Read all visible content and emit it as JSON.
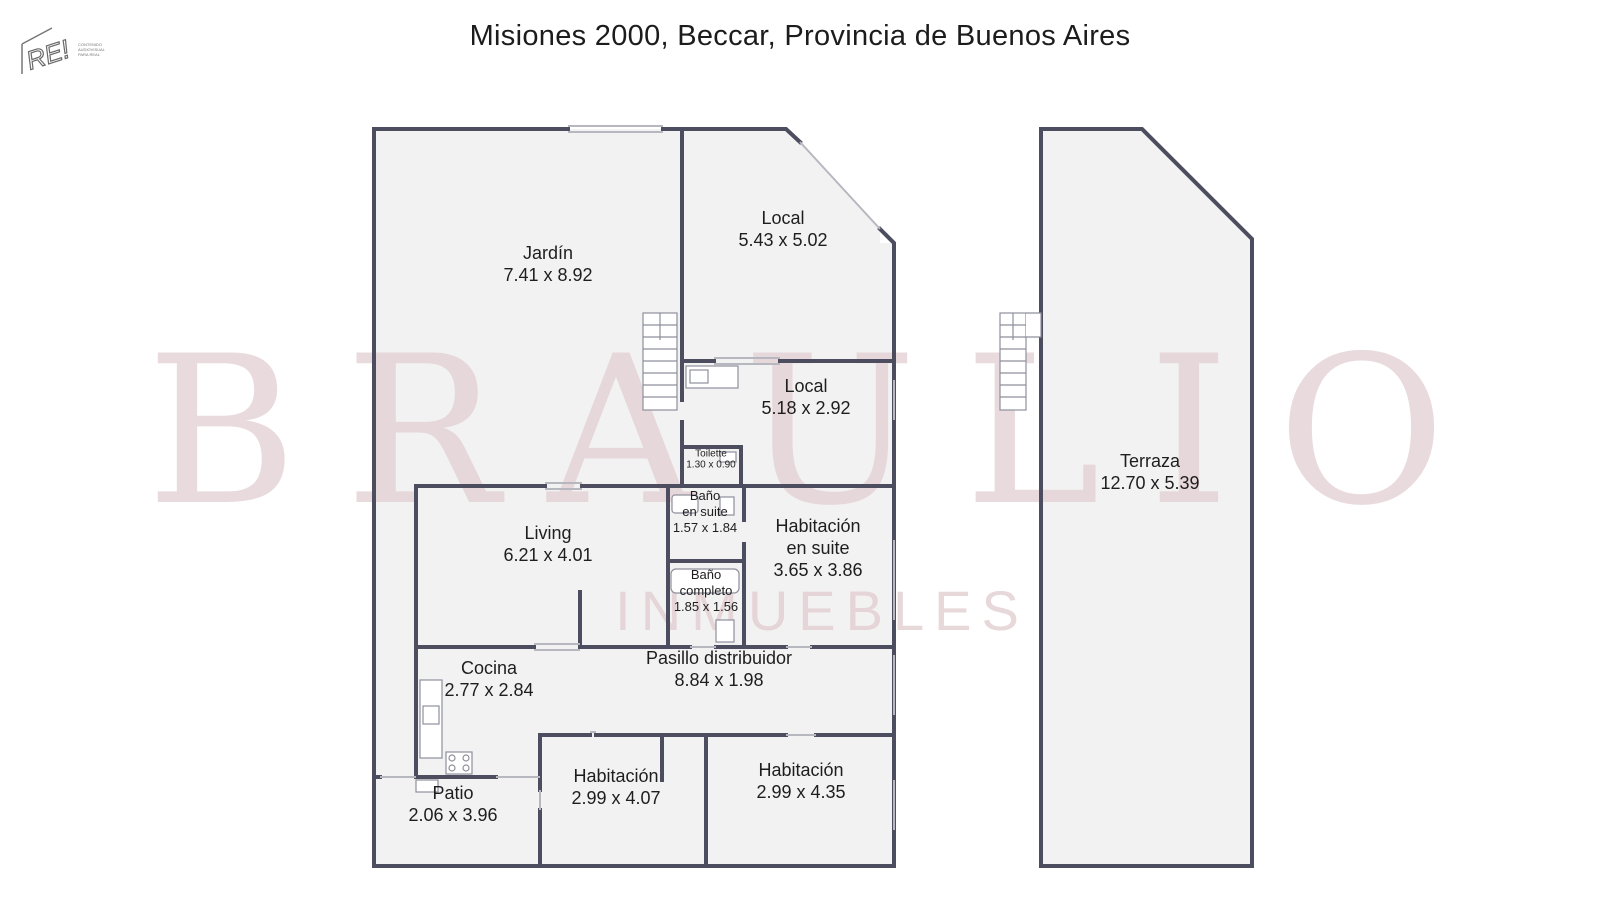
{
  "title": "Misiones 2000, Beccar, Provincia de Buenos Aires",
  "logo": {
    "mark": "RE!",
    "lines": [
      "CONTENIDO",
      "AUDIOVISUAL",
      "PARA REAL"
    ],
    "icon": "re-logo-icon"
  },
  "watermark": {
    "main": "BRAULIO",
    "sub": "INMUEBLES"
  },
  "rooms": [
    {
      "id": "jardin",
      "name": [
        "Jardín"
      ],
      "dims": "7.41 x 8.92"
    },
    {
      "id": "local-1",
      "name": [
        "Local"
      ],
      "dims": "5.43 x 5.02"
    },
    {
      "id": "local-2",
      "name": [
        "Local"
      ],
      "dims": "5.18 x 2.92"
    },
    {
      "id": "toilette",
      "name": [
        "Toilette"
      ],
      "dims": "1.30 x 0.90"
    },
    {
      "id": "living",
      "name": [
        "Living"
      ],
      "dims": "6.21 x 4.01"
    },
    {
      "id": "bano-suite",
      "name": [
        "Baño",
        "en suite"
      ],
      "dims": "1.57 x 1.84"
    },
    {
      "id": "bano-completo",
      "name": [
        "Baño",
        "completo"
      ],
      "dims": "1.85 x 1.56"
    },
    {
      "id": "habitacion-suite",
      "name": [
        "Habitación",
        "en suite"
      ],
      "dims": "3.65 x 3.86"
    },
    {
      "id": "cocina",
      "name": [
        "Cocina"
      ],
      "dims": "2.77 x 2.84"
    },
    {
      "id": "pasillo",
      "name": [
        "Pasillo distribuidor"
      ],
      "dims": "8.84 x 1.98"
    },
    {
      "id": "patio",
      "name": [
        "Patio"
      ],
      "dims": "2.06 x 3.96"
    },
    {
      "id": "habitacion-1",
      "name": [
        "Habitación"
      ],
      "dims": "2.99 x 4.07"
    },
    {
      "id": "habitacion-2",
      "name": [
        "Habitación"
      ],
      "dims": "2.99 x 4.35"
    },
    {
      "id": "terraza",
      "name": [
        "Terraza"
      ],
      "dims": "12.70 x 5.39"
    }
  ],
  "colors": {
    "wall": "#4d4d60",
    "floor": "#f2f2f2",
    "watermark": "#e2cfd2"
  }
}
